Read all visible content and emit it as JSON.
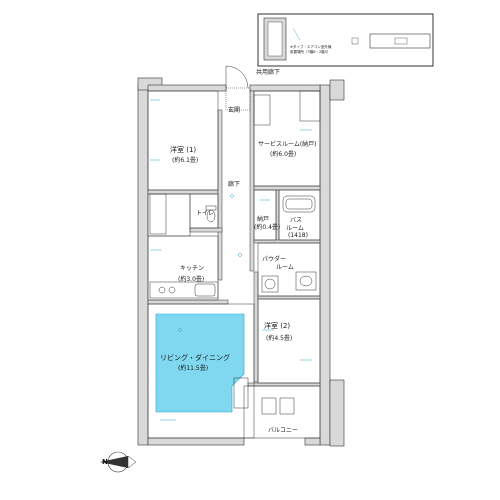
{
  "header": {
    "top_note_line1": "※タイプ・エアコン室外機",
    "top_note_line2": "設置場所（3階8・2階5）",
    "corridor": "共用廊下"
  },
  "rooms": {
    "entrance": "玄関",
    "western1": "洋室 (1)",
    "western1_size": "(約6.1畳)",
    "service_room": "サービスルーム(納戸)",
    "service_room_size": "(約6.0畳)",
    "hallway": "廊下",
    "toilet": "トイレ",
    "storage": "納戸",
    "storage_size": "(約0.4畳)",
    "bath": "バス",
    "bath_line2": "ルーム",
    "bath_size": "(1418)",
    "powder": "パウダー",
    "powder_line2": "ルーム",
    "kitchen": "キッチン",
    "kitchen_size": "(約3.0畳)",
    "living": "リビング・ダイニング",
    "living_size": "(約11.5畳)",
    "western2": "洋室 (2)",
    "western2_size": "(約4.5畳)",
    "balcony": "バルコニー"
  },
  "compass": {
    "label": "N"
  },
  "colors": {
    "wall": "#d9d9d9",
    "wall_edge": "#333333",
    "accent_cyan": "#2aa6c9",
    "floor_highlight": "#7fd8f0"
  }
}
